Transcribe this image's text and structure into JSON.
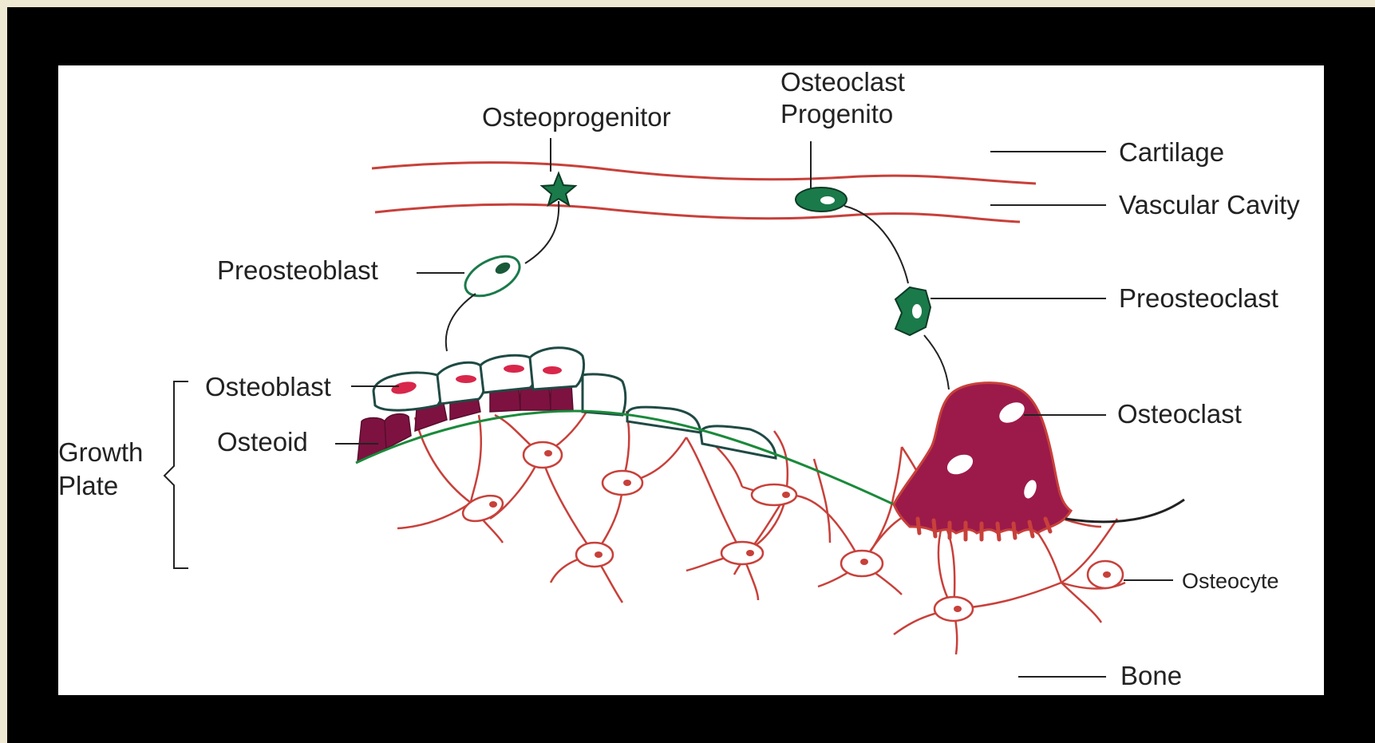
{
  "labels": {
    "osteoprogenitor": "Osteoprogenitor",
    "osteoclast_progenitor_line1": "Osteoclast",
    "osteoclast_progenitor_line2": "Progenito",
    "cartilage": "Cartilage",
    "vascular_cavity": "Vascular Cavity",
    "preosteoblast": "Preosteoblast",
    "preosteoclast": "Preosteoclast",
    "osteoblast": "Osteoblast",
    "osteoid": "Osteoid",
    "growth_plate_line1": "Growth",
    "growth_plate_line2": "Plate",
    "osteoclast": "Osteoclast",
    "osteocyte": "Osteocyte",
    "bone": "Bone"
  },
  "colors": {
    "page_background": "#efe9d3",
    "frame": "#000000",
    "vessel_red": "#c8403a",
    "cell_green": "#1a7a4a",
    "osteoclast_maroon": "#9c1a4a",
    "osteoid_maroon": "#7d1240",
    "cell_outline": "#1f4a44",
    "nucleus_red": "#d8274a"
  }
}
